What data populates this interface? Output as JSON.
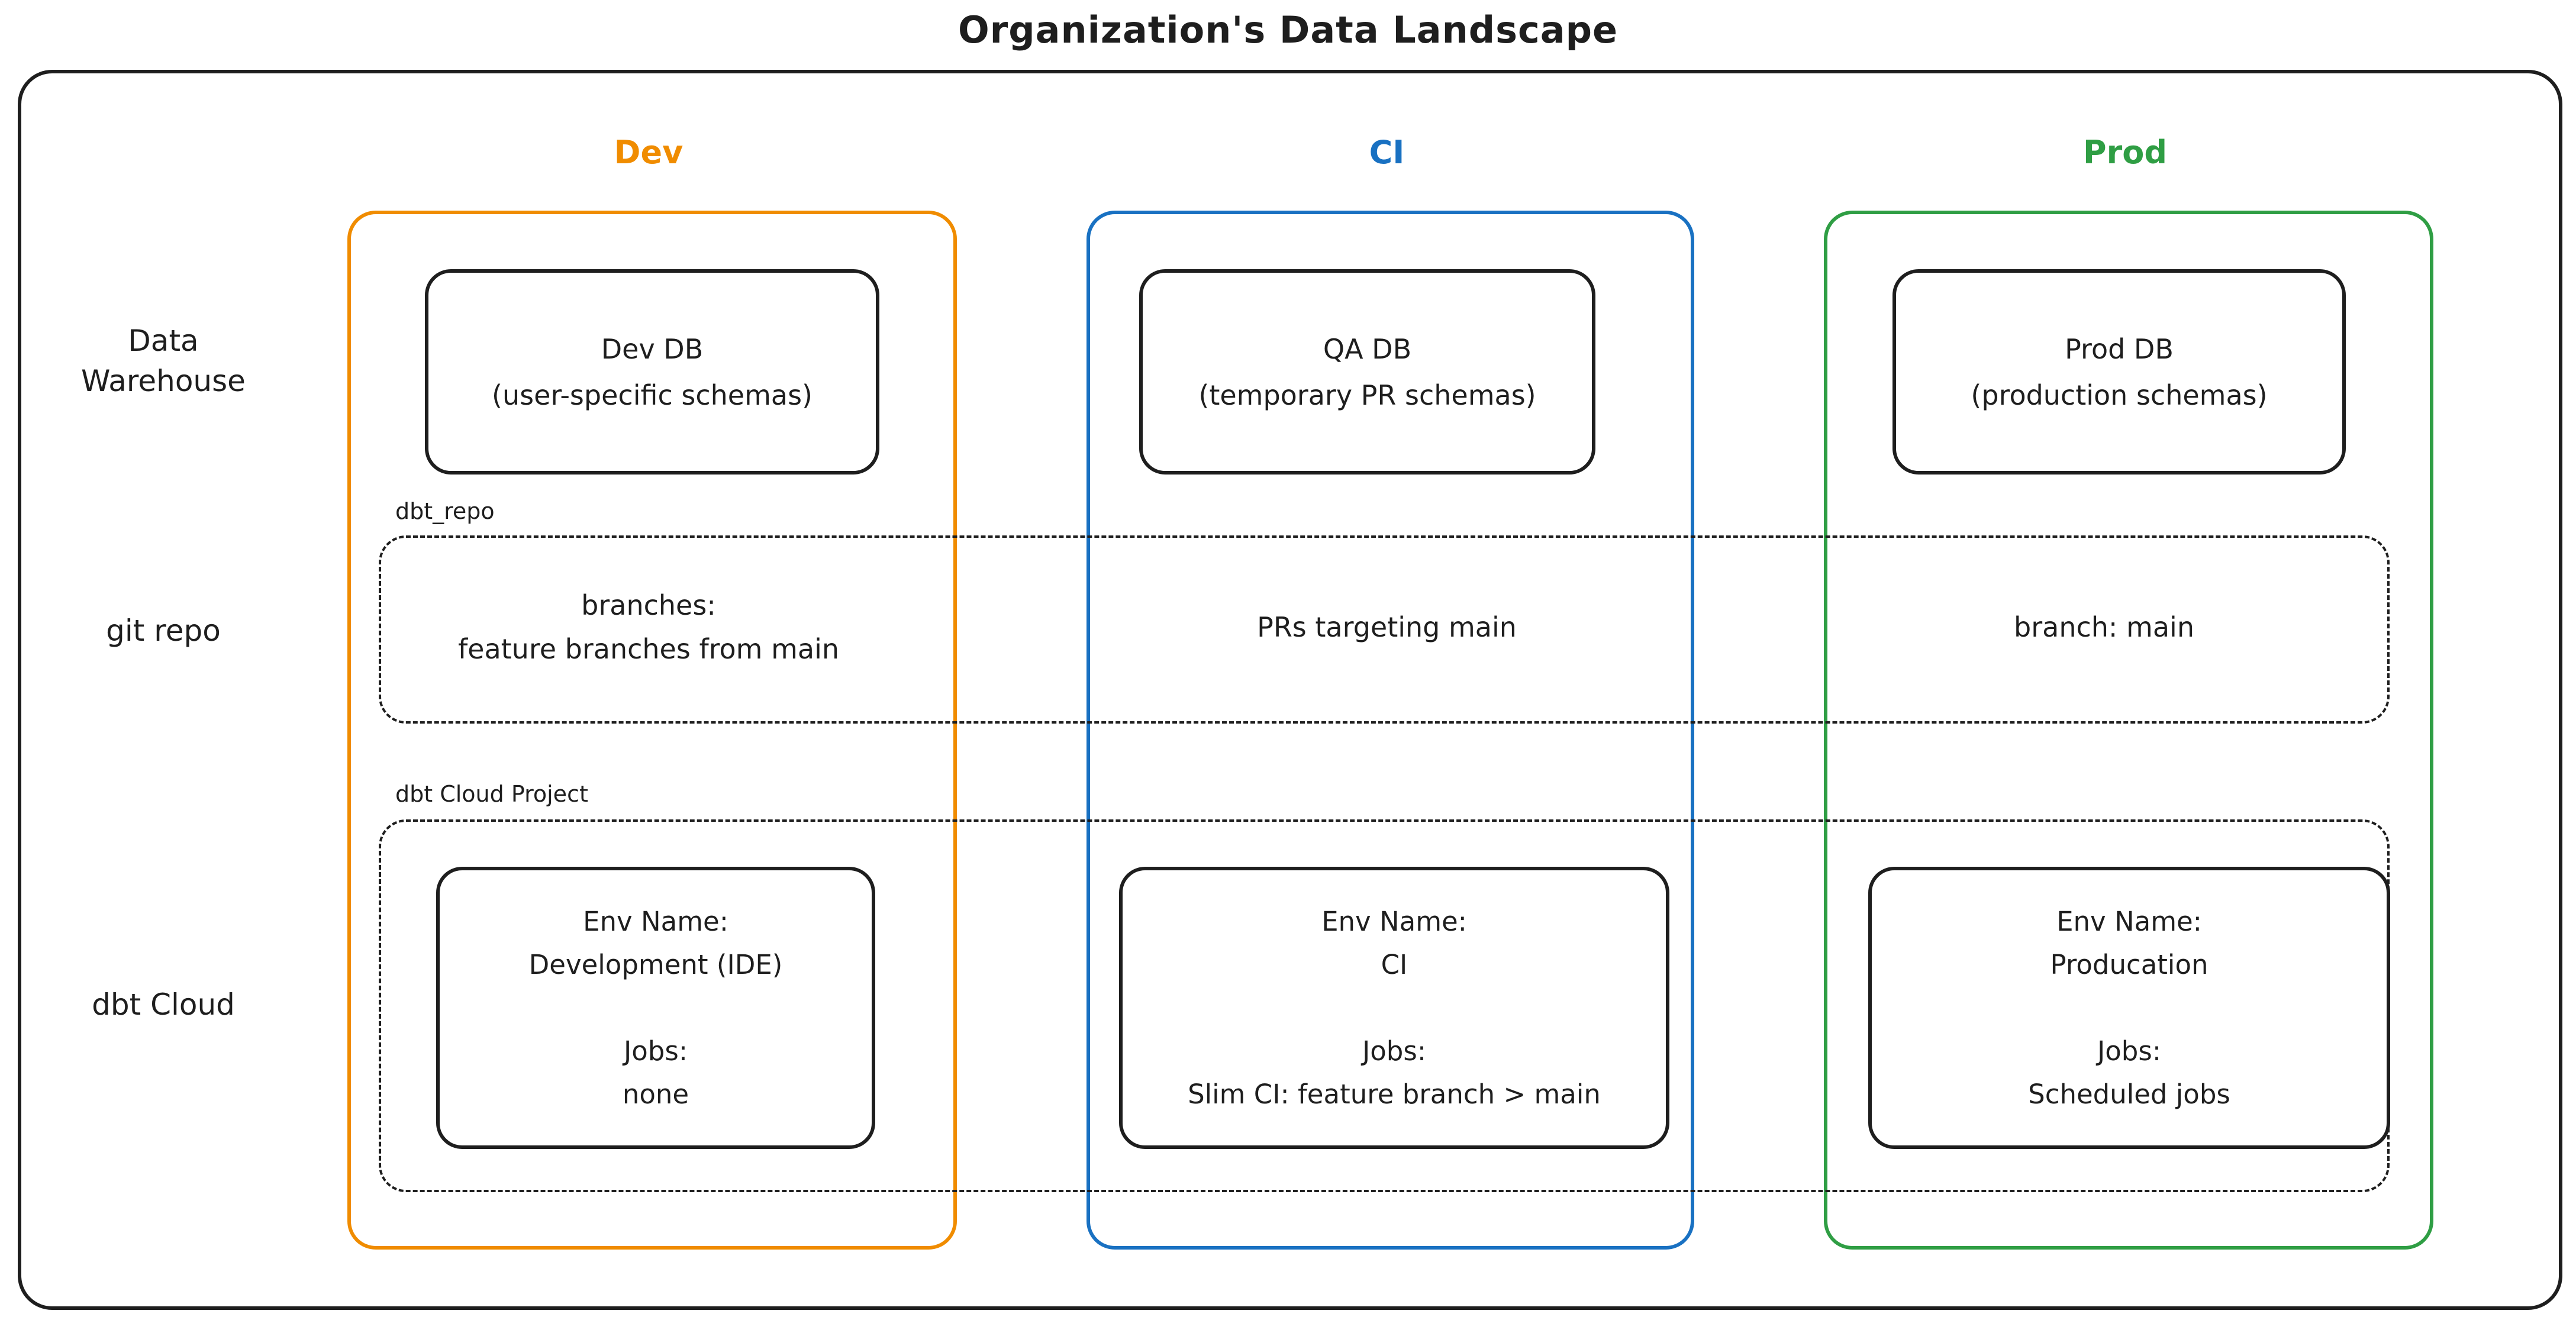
{
  "title": "Organization's Data Landscape",
  "colors": {
    "ink": "#1e1e1e",
    "dev": "#f08c00",
    "ci": "#1971c2",
    "prod": "#2f9e44"
  },
  "row_labels": {
    "data_warehouse": "Data\nWarehouse",
    "git_repo": "git repo",
    "dbt_cloud": "dbt Cloud"
  },
  "columns": [
    {
      "label": "Dev"
    },
    {
      "label": "CI"
    },
    {
      "label": "Prod"
    }
  ],
  "warehouse_boxes": [
    {
      "name": "Dev DB",
      "detail": "(user-specific schemas)"
    },
    {
      "name": "QA DB",
      "detail": "(temporary PR schemas)"
    },
    {
      "name": "Prod DB",
      "detail": "(production schemas)"
    }
  ],
  "git_repo_band": {
    "label": "dbt_repo",
    "cells": [
      "branches:\nfeature branches from main",
      "PRs targeting main",
      "branch: main"
    ]
  },
  "dbt_cloud_band": {
    "label": "dbt Cloud Project",
    "cells": [
      {
        "env_label": "Env Name:",
        "env_value": "Development (IDE)",
        "jobs_label": "Jobs:",
        "jobs_value": "none"
      },
      {
        "env_label": "Env Name:",
        "env_value": "CI",
        "jobs_label": "Jobs:",
        "jobs_value": "Slim CI: feature branch > main"
      },
      {
        "env_label": "Env Name:",
        "env_value": "Producation",
        "jobs_label": "Jobs:",
        "jobs_value": "Scheduled jobs"
      }
    ]
  }
}
